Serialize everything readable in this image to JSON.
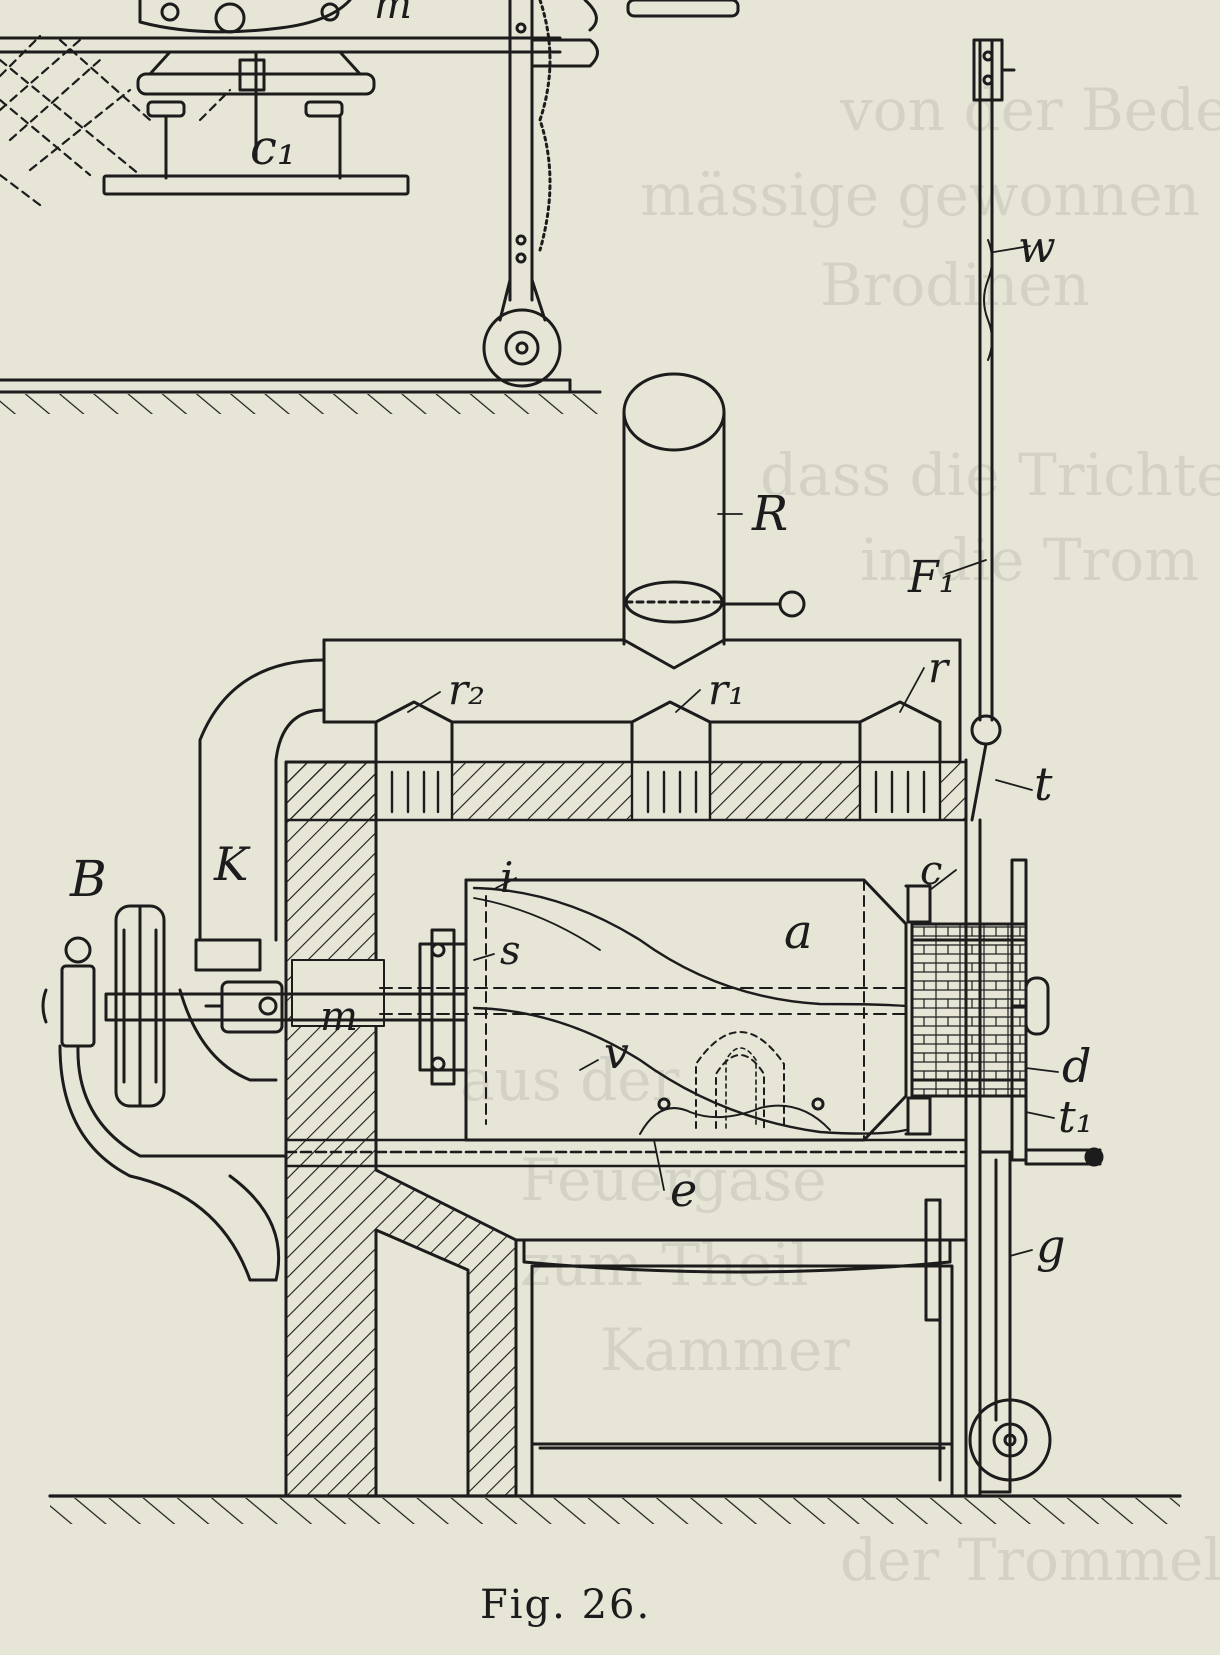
{
  "figure": {
    "caption": "Fig. 26.",
    "labels": {
      "m_top": "m",
      "c1": "c₁",
      "w": "w",
      "R": "R",
      "F1": "F₁",
      "r2": "r₂",
      "r1": "r₁",
      "r": "r",
      "t": "t",
      "B": "B",
      "K": "K",
      "i": "i",
      "a": "a",
      "s": "s",
      "m": "m",
      "v": "v",
      "c": "c",
      "d": "d",
      "t1": "t₁",
      "e": "e",
      "g": "g"
    }
  },
  "bleed_through": [
    "von der Bede",
    "mässige gewonnen",
    "Brodinen",
    "dass die Trichter",
    "in die Trom",
    "aus der",
    "Feuergase",
    "zum Theil",
    "Kammer",
    "der Trommel"
  ]
}
